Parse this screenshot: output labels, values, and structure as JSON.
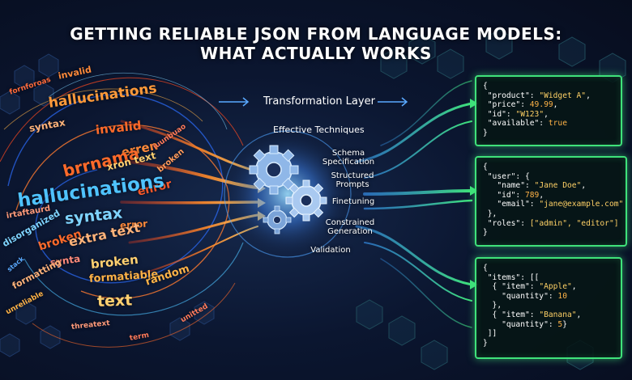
{
  "title": {
    "line1": "GETTING RELIABLE JSON FROM LANGUAGE MODELS:",
    "line2": "WHAT ACTUALLY WORKS"
  },
  "center": {
    "layer_label": "Transformation Layer",
    "techniques_heading": "Effective Techniques",
    "techniques": [
      "Schema\nSpecification",
      "Structured\nPrompts",
      "Finetuning",
      "Constrained\nGeneration",
      "Validation"
    ]
  },
  "chaos_words": [
    "invalid",
    "fornforoas",
    "hallucinations",
    "syntax",
    "invalid",
    "erren",
    "iuunbuao",
    "brrnama",
    "xron text",
    "broken",
    "enror",
    "hallucinations",
    "irtaftaurd",
    "syntax",
    "error",
    "disorganized",
    "broken",
    "extra text",
    "stack",
    "synta",
    "broken",
    "formatiable",
    "formatting",
    "random",
    "text",
    "unreliable",
    "threatext",
    "term",
    "unitted"
  ],
  "json_outputs": [
    {
      "lines": [
        [
          [
            "p",
            "{"
          ]
        ],
        [
          [
            "k",
            " \"product\": "
          ],
          [
            "s",
            "\"Widget A\""
          ],
          [
            "p",
            ","
          ]
        ],
        [
          [
            "k",
            " \"price\": "
          ],
          [
            "n",
            "49.99"
          ],
          [
            "p",
            ","
          ]
        ],
        [
          [
            "k",
            " \"id\": "
          ],
          [
            "s",
            "\"W123\""
          ],
          [
            "p",
            ","
          ]
        ],
        [
          [
            "k",
            " \"available\": "
          ],
          [
            "n",
            "true"
          ]
        ],
        [
          [
            "p",
            "}"
          ]
        ]
      ]
    },
    {
      "lines": [
        [
          [
            "p",
            "{"
          ]
        ],
        [
          [
            "k",
            " \"user\": {"
          ]
        ],
        [
          [
            "k",
            "   \"name\": "
          ],
          [
            "s",
            "\"Jane Doe\""
          ],
          [
            "p",
            ","
          ]
        ],
        [
          [
            "k",
            "   \"id\": "
          ],
          [
            "n",
            "789"
          ],
          [
            "p",
            ","
          ]
        ],
        [
          [
            "k",
            "   \"email\": "
          ],
          [
            "s",
            "\"jane@example.com\""
          ]
        ],
        [
          [
            "p",
            " },"
          ]
        ],
        [
          [
            "k",
            " \"roles\": "
          ],
          [
            "s",
            "[\"admin\", \"editor\"]"
          ]
        ],
        [
          [
            "p",
            "}"
          ]
        ]
      ]
    },
    {
      "lines": [
        [
          [
            "p",
            "{"
          ]
        ],
        [
          [
            "k",
            " \"items\": [["
          ]
        ],
        [
          [
            "p",
            "  { "
          ],
          [
            "k",
            "\"item\": "
          ],
          [
            "s",
            "\"Apple\""
          ],
          [
            "p",
            ","
          ]
        ],
        [
          [
            "k",
            "    \"quantity\": "
          ],
          [
            "n",
            "10"
          ]
        ],
        [
          [
            "p",
            "  },"
          ]
        ],
        [
          [
            "p",
            "  { "
          ],
          [
            "k",
            "\"item\": "
          ],
          [
            "s",
            "\"Banana\""
          ],
          [
            "p",
            ","
          ]
        ],
        [
          [
            "k",
            "    \"quantity\": "
          ],
          [
            "n",
            "5"
          ],
          [
            "p",
            "}"
          ]
        ],
        [
          [
            "p",
            " ]]"
          ]
        ],
        [
          [
            "p",
            "}"
          ]
        ]
      ]
    }
  ],
  "colors": {
    "chaos_orange": "#ff7a2f",
    "chaos_blue": "#4fc3ff",
    "json_green": "#3fe27a",
    "gear_blue": "#5aa9ff"
  },
  "icons": {
    "gears": "gears-icon",
    "arrows": "arrow-icon"
  }
}
